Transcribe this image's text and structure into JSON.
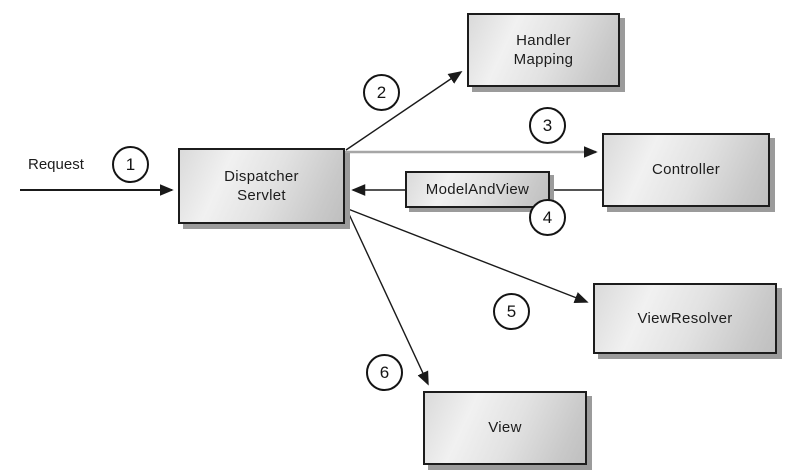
{
  "diagram": {
    "type": "flow-diagram",
    "subject": "DispatcherServlet request flow",
    "request_label": "Request",
    "nodes": {
      "dispatcher": {
        "line1": "Dispatcher",
        "line2": "Servlet"
      },
      "handler_mapping": {
        "line1": "Handler",
        "line2": "Mapping"
      },
      "controller": {
        "label": "Controller"
      },
      "model_and_view": {
        "label": "ModelAndView"
      },
      "view_resolver": {
        "label": "ViewResolver"
      },
      "view": {
        "label": "View"
      }
    },
    "steps": {
      "s1": "1",
      "s2": "2",
      "s3": "3",
      "s4": "4",
      "s5": "5",
      "s6": "6"
    },
    "edges": [
      {
        "step": "1",
        "from": "Request",
        "to": "Dispatcher Servlet"
      },
      {
        "step": "2",
        "from": "Dispatcher Servlet",
        "to": "Handler Mapping"
      },
      {
        "step": "3",
        "from": "Dispatcher Servlet",
        "to": "Controller"
      },
      {
        "step": "4",
        "from": "Controller",
        "to": "Dispatcher Servlet",
        "via": "ModelAndView"
      },
      {
        "step": "5",
        "from": "Dispatcher Servlet",
        "to": "ViewResolver"
      },
      {
        "step": "6",
        "from": "Dispatcher Servlet",
        "to": "View"
      }
    ],
    "colors": {
      "line_black": "#1a1a1a",
      "line_gray": "#a6a6a6",
      "box_border": "#1c1c1c",
      "box_shadow": "#9b9b9b",
      "background": "#ffffff"
    }
  }
}
